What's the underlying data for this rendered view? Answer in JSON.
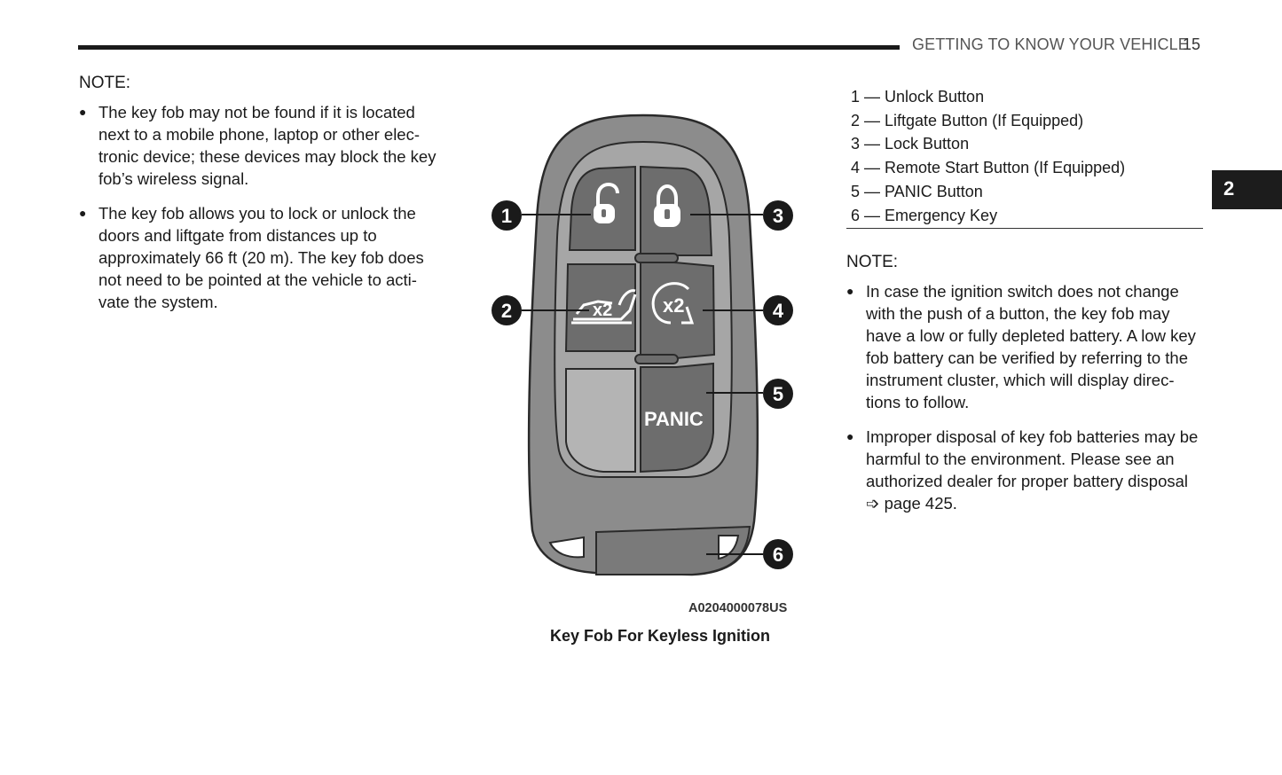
{
  "header": {
    "section_title": "GETTING TO KNOW YOUR VEHICLE",
    "page_number": "15",
    "chapter_tab": "2"
  },
  "left_note": {
    "heading": "NOTE:",
    "bullets": [
      "The key fob may not be found if it is located next to a mobile phone, laptop or other elec-tronic device; these devices may block the key fob’s wireless signal.",
      "The key fob allows you to lock or unlock the doors and liftgate from distances up to approximately 66 ft (20 m). The key fob does not need to be pointed at the vehicle to acti-vate the system."
    ]
  },
  "legend": [
    "1 — Unlock Button",
    "2 — Liftgate Button (If Equipped)",
    "3 — Lock Button",
    "4 — Remote Start Button (If Equipped)",
    "5 — PANIC Button",
    "6 — Emergency Key"
  ],
  "right_note": {
    "heading": "NOTE:",
    "bullets": [
      "In case the ignition switch does not change with the push of a button, the key fob may have a low or fully depleted battery. A low key fob battery can be verified by referring to the instrument cluster, which will display direc-tions to follow.",
      "Improper disposal of key fob batteries may be harmful to the environment. Please see an authorized dealer for proper battery disposal ➩ page 425."
    ]
  },
  "figure": {
    "code": "A0204000078US",
    "caption": "Key Fob For Keyless Ignition",
    "callouts": [
      "1",
      "2",
      "3",
      "4",
      "5",
      "6"
    ],
    "button_labels": {
      "panic": "PANIC",
      "x2_liftgate": "x2",
      "x2_remote": "x2"
    },
    "icons": [
      "unlock-padlock-icon",
      "lock-padlock-icon",
      "liftgate-vehicle-icon",
      "remote-start-icon"
    ]
  }
}
